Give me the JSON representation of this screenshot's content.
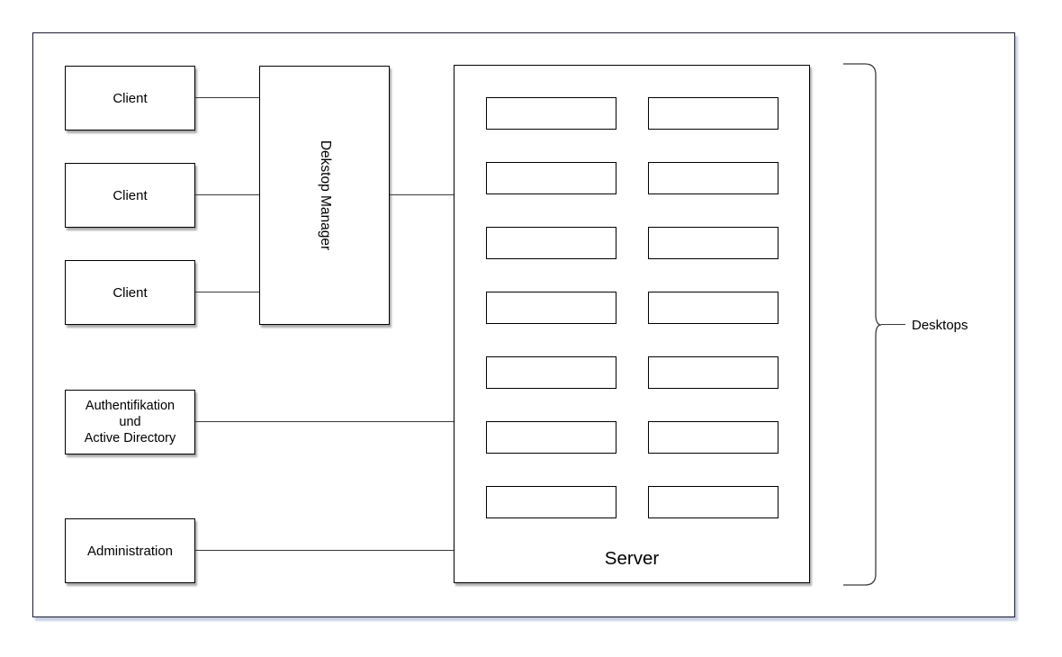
{
  "nodes": {
    "clients": [
      {
        "label": "Client"
      },
      {
        "label": "Client"
      },
      {
        "label": "Client"
      }
    ],
    "desktop_manager": {
      "label": "Dekstop Manager"
    },
    "server": {
      "label": "Server",
      "slot_rows": 7,
      "slot_cols": 2,
      "slot_count": 14
    },
    "auth": {
      "label_lines": [
        "Authentifikation",
        "und",
        "Active Directory"
      ]
    },
    "administration": {
      "label": "Administration"
    },
    "desktops_annotation": {
      "label": "Desktops"
    }
  },
  "colors": {
    "background": "#ffffff",
    "box_border": "#000000",
    "outer_border": "#1b1b30",
    "outer_shadow": "#c9cfe2",
    "box_shadow": "#a9a9a9",
    "connector": "#3a3a3a"
  }
}
